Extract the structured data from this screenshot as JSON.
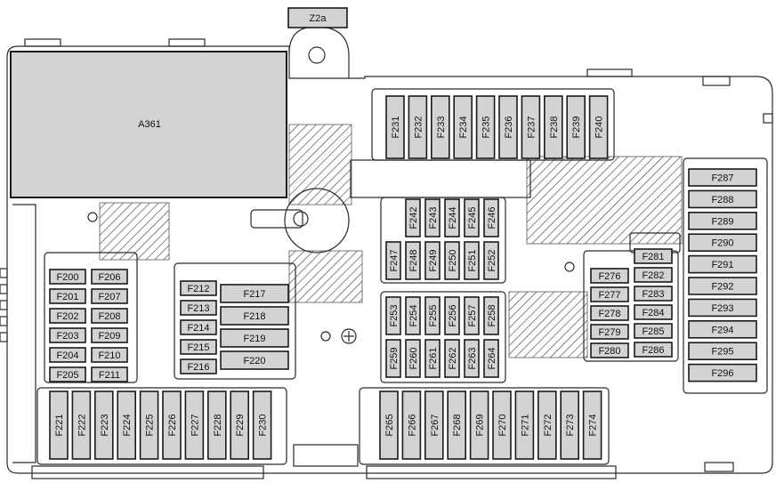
{
  "tag_label": "Z2a",
  "relay_label": "A361",
  "fuses": [
    "F200",
    "F201",
    "F202",
    "F203",
    "F204",
    "F205",
    "F206",
    "F207",
    "F208",
    "F209",
    "F210",
    "F211",
    "F212",
    "F213",
    "F214",
    "F215",
    "F216",
    "F217",
    "F218",
    "F219",
    "F220",
    "F221",
    "F222",
    "F223",
    "F224",
    "F225",
    "F226",
    "F227",
    "F228",
    "F229",
    "F230",
    "F231",
    "F232",
    "F233",
    "F234",
    "F235",
    "F236",
    "F237",
    "F238",
    "F239",
    "F240",
    "F242",
    "F243",
    "F244",
    "F245",
    "F246",
    "F247",
    "F248",
    "F249",
    "F250",
    "F251",
    "F252",
    "F253",
    "F254",
    "F255",
    "F256",
    "F257",
    "F258",
    "F259",
    "F260",
    "F261",
    "F262",
    "F263",
    "F264",
    "F265",
    "F266",
    "F267",
    "F268",
    "F269",
    "F270",
    "F271",
    "F272",
    "F273",
    "F274",
    "F276",
    "F277",
    "F278",
    "F279",
    "F280",
    "F281",
    "F282",
    "F283",
    "F284",
    "F285",
    "F286",
    "F287",
    "F288",
    "F289",
    "F290",
    "F291",
    "F292",
    "F293",
    "F294",
    "F295",
    "F296"
  ],
  "colors": {
    "fuse_fill": "#d3d3d3",
    "outline": "#1a1a1a",
    "background": "#ffffff"
  }
}
